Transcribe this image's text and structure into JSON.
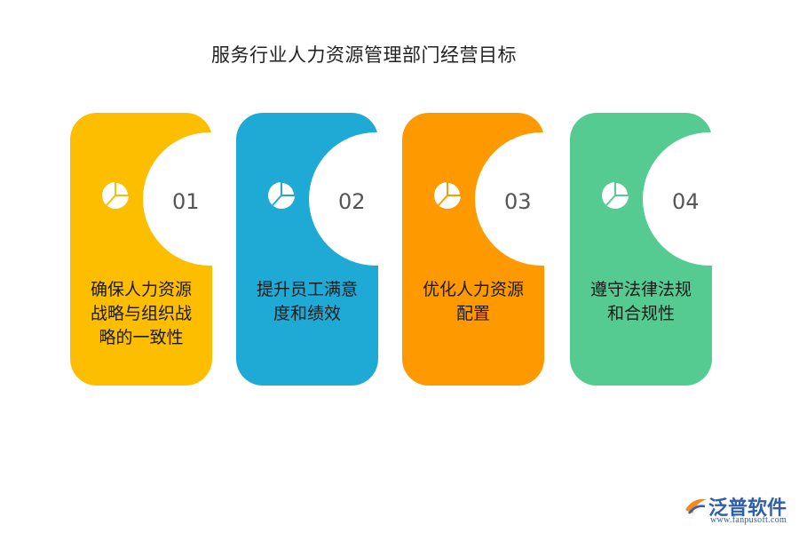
{
  "title": "服务行业人力资源管理部门经营目标",
  "cards": [
    {
      "num": "01",
      "label": "确保人力资源战略与组织战略的一致性",
      "color": "#FDBE00"
    },
    {
      "num": "02",
      "label": "提升员工满意度和绩效",
      "color": "#1EAAD5"
    },
    {
      "num": "03",
      "label": "优化人力资源配置",
      "color": "#FF9900"
    },
    {
      "num": "04",
      "label": "遵守法律法规和合规性",
      "color": "#55CA91"
    }
  ],
  "logo": {
    "brand": "泛普软件",
    "url": "www.fanpusoft.com"
  }
}
